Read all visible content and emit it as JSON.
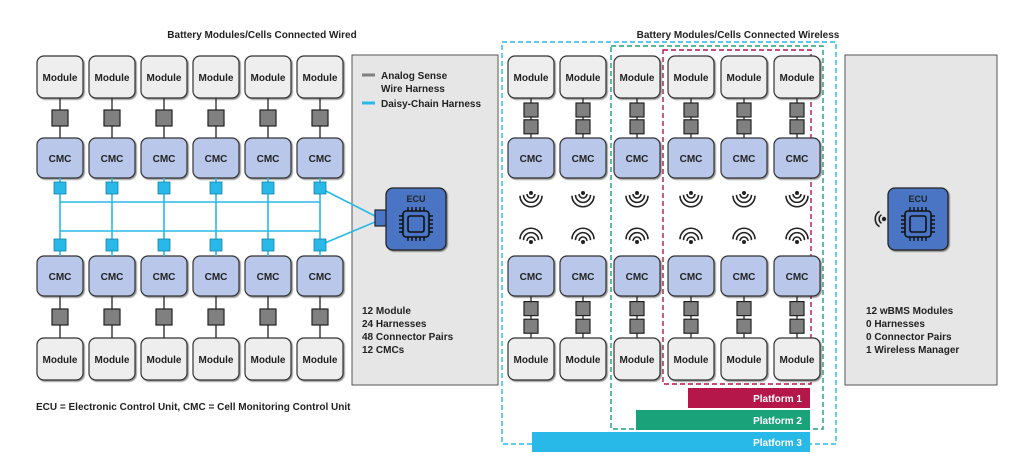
{
  "titles": {
    "wired": "Battery Modules/Cells Connected Wired",
    "wireless": "Battery Modules/Cells Connected Wireless"
  },
  "labels": {
    "module": "Module",
    "cmc": "CMC",
    "ecu": "ECU"
  },
  "legend": {
    "analog_line1": "Analog Sense",
    "analog_line2": "Wire Harness",
    "daisy": "Daisy-Chain Harness"
  },
  "wired_stats": [
    "12 Module",
    "24 Harnesses",
    "48 Connector Pairs",
    "12 CMCs"
  ],
  "wireless_stats": [
    "12 wBMS Modules",
    "0 Harnesses",
    "0 Connector Pairs",
    "1 Wireless Manager"
  ],
  "footnote": "ECU = Electronic Control Unit, CMC = Cell Monitoring Control Unit",
  "platforms": [
    {
      "label": "Platform 1",
      "color": "#b5174b"
    },
    {
      "label": "Platform 2",
      "color": "#1aa37a"
    },
    {
      "label": "Platform 3",
      "color": "#29b9e8"
    }
  ],
  "colors": {
    "module_fill": "#eeeeee",
    "cmc_fill": "#b9c8ea",
    "connector": "#808080",
    "daisy": "#29b9e8",
    "panel": "#e6e6e6",
    "ecu_fill": "#4a74c4"
  },
  "icons": {
    "signal_down": "wireless-signal-down-icon",
    "signal_up": "wifi-signal-icon",
    "ecu_broadcast": "broadcast-icon",
    "chip": "chip-icon"
  }
}
